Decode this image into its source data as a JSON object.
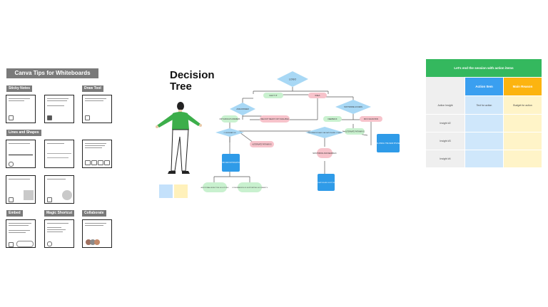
{
  "tips": {
    "title": "Canva Tips for Whiteboards",
    "sections": {
      "sticky_notes": "Sticky Notes",
      "draw_tool": "Draw Tool",
      "lines_shapes": "Lines and Shapes",
      "embed": "Embed",
      "magic_shortcut": "Magic Shortcut",
      "collaborate": "Collaborate"
    }
  },
  "decision_tree": {
    "title_line1": "Decision",
    "title_line2": "Tree",
    "colors": {
      "diamond": "#a8d8f5",
      "green_node": "#c9f1cf",
      "pink_node": "#f7c3cb",
      "blue_box": "#2f9be8"
    },
    "nodes": {
      "root": "LOGO",
      "fact": "FACT IT",
      "pink_top": "IDEA",
      "diamond_left": "ASK/ANSWER",
      "diamond_right": "SOFTWARE ACCESS",
      "g_left1": "NOT ENOUGH ANSWERS",
      "p_left1": "IDEA NOT READY/ NOT AVAILABLE",
      "g_mid": "FEEDBACK",
      "p_mid": "INFO VALIDATION",
      "diamond_mid": "CONFIRMATION",
      "diamond_center": "INFORMATION AND VALIDATION AND OTHER",
      "p_alt": "ALTERNATE PATHWAYS",
      "g_right2": "ALTERNATE PATHWAYS",
      "box_left": "CONFIRMATION AND NOTIFICATION PROCESS",
      "box_right": "CLOSING THE NEW PHASE",
      "p_center2": "MONITORING AND FEEDBACK",
      "box_bottom": "ADDITIONAL VALIDATION AND SUPPORT INFORMATION",
      "g_bot1": "ADDITIONAL EFFECTIVE SOLUTIONS",
      "g_bot2": "CONFIRMATION OF SUPPORTING DOCUMENTS"
    }
  },
  "action_items": {
    "header": "Let's end the session with action items",
    "colors": {
      "header": "#34b85e",
      "col1": "#3a9ff0",
      "col2": "#fcb410",
      "cell_blue": "#cfe7fb",
      "cell_yellow": "#fff4c8",
      "row_gray": "#efefef"
    },
    "col1": "Action Item",
    "col2": "Main Reason",
    "rows": [
      {
        "label": "Action Insight",
        "c1": "Text for action",
        "c2": "Budget for action"
      },
      {
        "label": "Insight #2",
        "c1": "",
        "c2": ""
      },
      {
        "label": "Insight #3",
        "c1": "",
        "c2": ""
      },
      {
        "label": "Insight #4",
        "c1": "",
        "c2": ""
      }
    ]
  }
}
